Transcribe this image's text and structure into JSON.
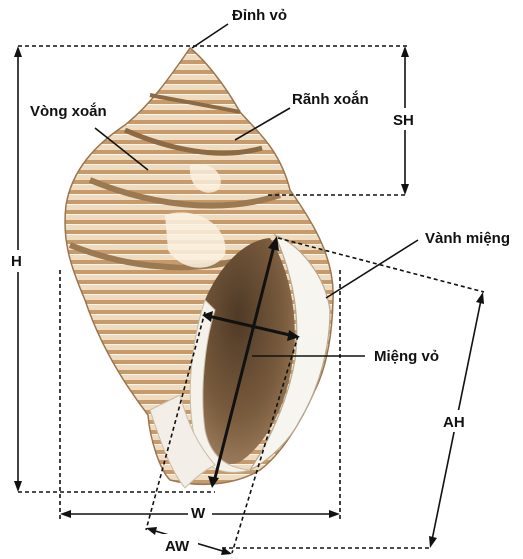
{
  "labels": {
    "apex": "Đỉnh vỏ",
    "whorl": "Vòng xoắn",
    "spiral_groove": "Rãnh xoắn",
    "spire_height": "SH",
    "height": "H",
    "lip": "Vành miệng",
    "aperture": "Miệng vỏ",
    "aperture_height": "AH",
    "width": "W",
    "aperture_width": "AW"
  },
  "colors": {
    "shell_light": "#f2e6cf",
    "shell_band": "#b98a58",
    "shell_dark": "#8c6a43",
    "aperture_inner": "#7a5c3e",
    "lip_white": "#f7f5f0",
    "line": "#111111"
  }
}
